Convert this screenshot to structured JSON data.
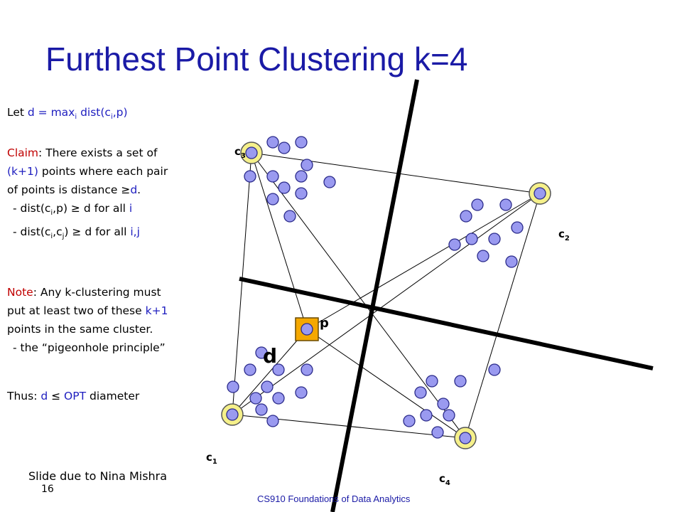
{
  "slide": {
    "title": "Furthest Point Clustering k=4",
    "slide_credit": "Slide due to Nina Mishra",
    "slide_number": "16",
    "course": "CS910 Foundations of Data Analytics"
  },
  "text": {
    "def": {
      "let": "Let ",
      "d_eq": "d = max",
      "sub_i": "i",
      "dist": " dist(c",
      "sub_i2": "i",
      "close": ",p)"
    },
    "claim": {
      "label": "Claim",
      "l1": ": There exists a set of",
      "l2a": "(k+1)",
      "l2b": " points where each pair",
      "l3": "of points is distance ",
      "l3_sym": "≥",
      "l3_d": "d",
      "l3_end": ".",
      "b1a": "- dist(c",
      "b1_sub": "i",
      "b1b": ",p) ",
      "b1_sym": "≥",
      "b1c": " d     for all ",
      "b1_i": "i",
      "b2a": "- dist(c",
      "b2_sub1": "i",
      "b2b": ",c",
      "b2_sub2": "j",
      "b2c": ") ",
      "b2_sym": "≥",
      "b2d": " d    for all ",
      "b2_ij": "i,j"
    },
    "note": {
      "label": "Note",
      "l1": ": Any k-clustering must",
      "l2a": "put at least two of these ",
      "l2b": "k+1",
      "l3": "points in the same cluster.",
      "l4": "- the “pigeonhole principle”"
    },
    "thus": {
      "a": "Thus: ",
      "d": "d",
      "sym": " ≤ ",
      "opt": "OPT",
      "end": " diameter"
    }
  },
  "diagram": {
    "labels": {
      "c1": "c",
      "c1_sub": "1",
      "c2": "c",
      "c2_sub": "2",
      "c3": "c",
      "c3_sub": "3",
      "c4": "c",
      "c4_sub": "4",
      "p": "p",
      "d": "d"
    },
    "colors": {
      "point_fill": "#9a9af0",
      "point_stroke": "#2a2a8a",
      "center_ring": "#f5f08a",
      "p_box": "#f5a800"
    }
  }
}
